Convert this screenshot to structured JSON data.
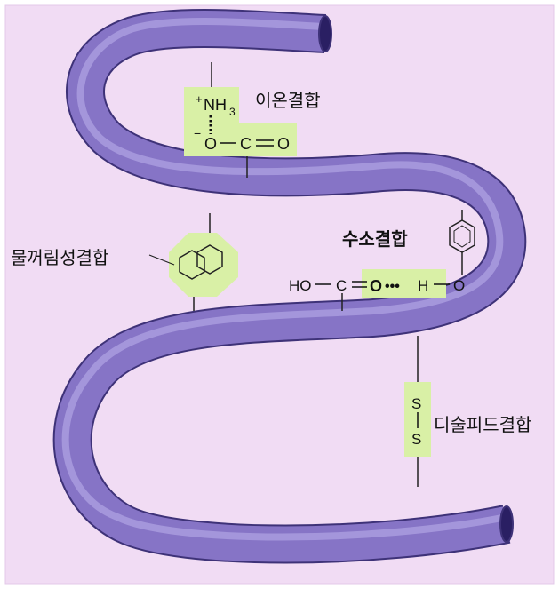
{
  "labels": {
    "ionic": "이온결합",
    "hydrophobic": "물꺼림성결합",
    "hydrogen": "수소결합",
    "disulfide": "디술피드결합"
  },
  "ionic_group": {
    "amine_charge": "+",
    "amine": "NH",
    "amine_sub": "3",
    "carboxyl_charge": "−",
    "carboxyl_o": "O",
    "carboxyl_c": "C",
    "carboxyl_double_o": "O"
  },
  "hbond_group": {
    "ho": "HO",
    "c": "C",
    "o_double": "O",
    "dots": "•••",
    "h": "H",
    "o_phenol": "O"
  },
  "disulfide_group": {
    "s_top": "S",
    "s_bottom": "S"
  },
  "colors": {
    "background": "#f1dcf4",
    "tube": "#8a78c9",
    "tube_dark": "#4d3f8f",
    "tube_light": "#b8acec",
    "highlight": "#d9f0a6"
  }
}
